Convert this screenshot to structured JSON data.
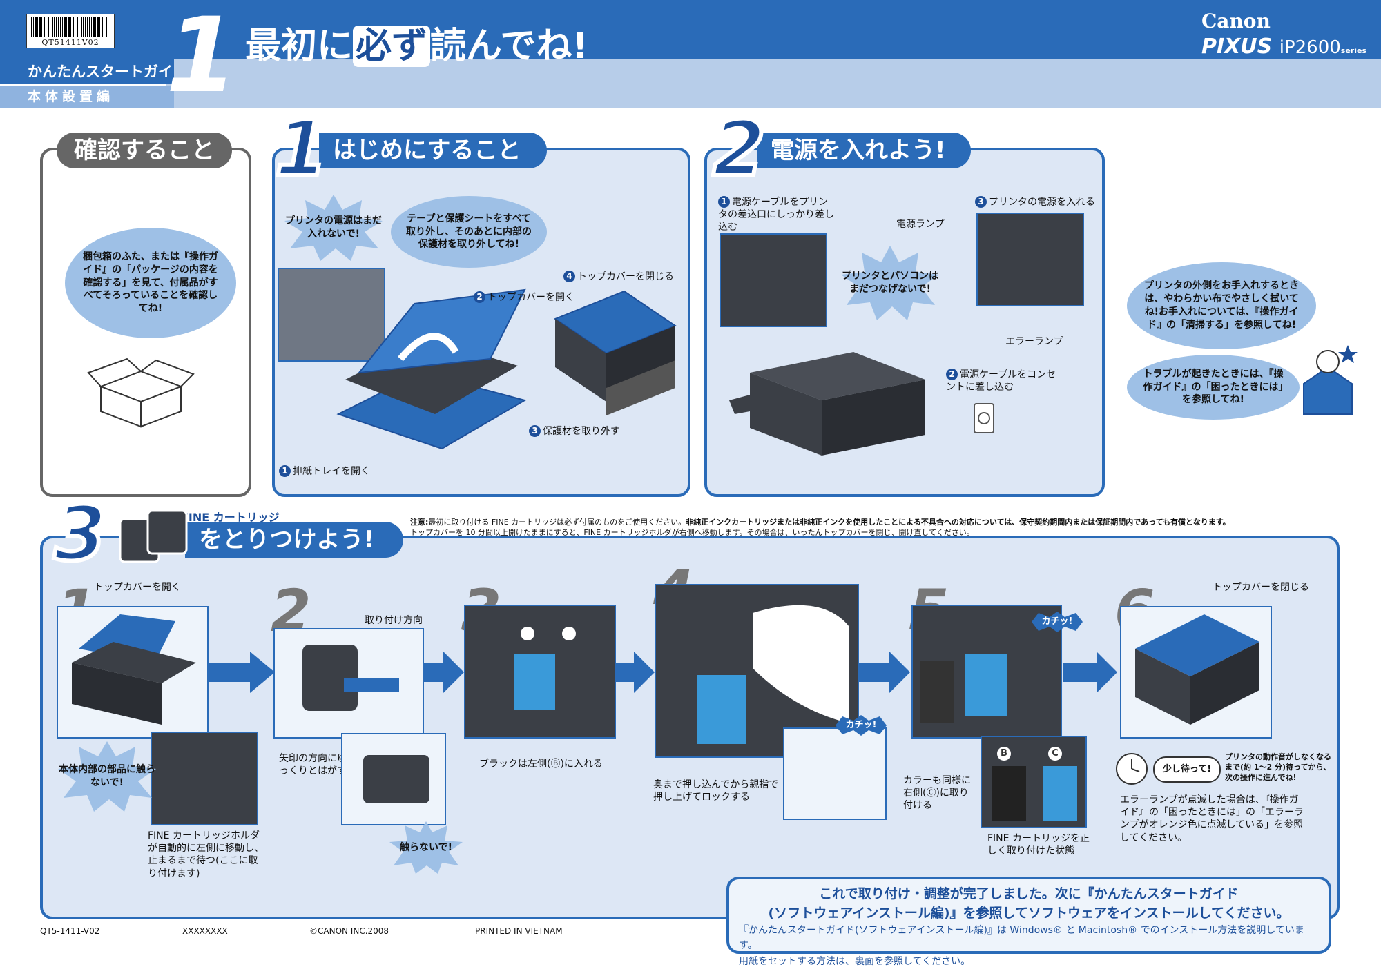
{
  "header": {
    "barcode_text": "QT51411V02",
    "guide_label": "かんたんスタートガイド",
    "guide_sub": "本体設置編",
    "big_number": "1",
    "main_title_a": "最初に",
    "main_title_b": "必ず",
    "main_title_c": "読んでね!",
    "brand": "Canon",
    "product_line": "PIXUS",
    "model": "iP2600",
    "model_suffix": "series"
  },
  "section_check": {
    "title": "確認すること",
    "cloud_text": "梱包箱のふた、または『操作ガイド』の「パッケージの内容を確認する」を見て、付属品がすべてそろっていることを確認してね!"
  },
  "section1": {
    "number": "1",
    "title": "はじめにすること",
    "star_text": "プリンタの電源はまだ入れないで!",
    "cloud_text": "テープと保護シートをすべて取り外し、そのあとに内部の保護材を取り外してね!",
    "step1": "排紙トレイを開く",
    "step2": "トップカバーを開く",
    "step3": "保護材を取り外す",
    "step4": "トップカバーを閉じる",
    "n1": "1",
    "n2": "2",
    "n3": "3",
    "n4": "4"
  },
  "section2": {
    "number": "2",
    "title": "電源を入れよう!",
    "step1": "電源ケーブルをプリンタの差込口にしっかり差し込む",
    "step2": "電源ケーブルをコンセントに差し込む",
    "step3": "プリンタの電源を入れる",
    "power_lamp": "電源ランプ",
    "error_lamp": "エラーランプ",
    "star_text": "プリンタとパソコンはまだつなげないで!",
    "n1": "1",
    "n2": "2",
    "n3": "3"
  },
  "side_tips": {
    "cloud1": "プリンタの外側をお手入れするときは、やわらかい布でやさしく拭いてね!お手入れについては、『操作ガイド』の「清掃する」を参照してね!",
    "cloud2": "トラブルが起きたときには、『操作ガイド』の「困ったときには」を参照してね!"
  },
  "section3": {
    "number": "3",
    "fine_label": "FINE カートリッジ",
    "title": "をとりつけよう!",
    "note_label": "注意:",
    "note_line1": "最初に取り付ける FINE カートリッジは必ず付属のものをご使用ください。",
    "note_line1_bold": "非純正インクカートリッジまたは非純正インクを使用したことによる不具合への対応については、保守契約期間内または保証期間内であっても有償となります。",
    "note_line2": "トップカバーを 10 分間以上開けたままにすると、FINE カートリッジホルダが右側へ移動します。その場合は、いったんトップカバーを閉じ、開け直してください。",
    "steps": [
      {
        "num": "1",
        "label": "トップカバーを開く"
      },
      {
        "num": "2",
        "label": "取り付け方向"
      },
      {
        "num": "3",
        "label": "ブラックは左側(Ⓑ)に入れる"
      },
      {
        "num": "4",
        "label": "奥まで押し込んでから親指で押し上げてロックする"
      },
      {
        "num": "5",
        "label": "カラーも同様に右側(Ⓒ)に取り付ける"
      },
      {
        "num": "6",
        "label": "トップカバーを閉じる"
      }
    ],
    "star_no_touch": "本体内部の部品に触らないで!",
    "holder_text": "FINE カートリッジホルダが自動的に左側に移動し、止まるまで待つ(ここに取り付けます)",
    "remove_tape": "矢印の方向にゆっくりとはがす",
    "star_no_touch2": "触らないで!",
    "click1": "カチッ!",
    "click2": "カチッ!",
    "correct_state": "FINE カートリッジを正しく取り付けた状態",
    "wait_bubble": "少し待って!",
    "wait_text": "プリンタの動作音がしなくなるまで(約 1〜2 分)待ってから、次の操作に進んでね!",
    "error_text": "エラーランプが点滅した場合は、『操作ガイド』の「困ったときには」の「エラーランプがオレンジ色に点滅している」を参照してください。",
    "label_b": "B",
    "label_c": "C"
  },
  "final": {
    "line1": "これで取り付け・調整が完了しました。次に『かんたんスタートガイド",
    "line2": "(ソフトウェアインストール編)』を参照してソフトウェアをインストールしてください。",
    "line3": "『かんたんスタートガイド(ソフトウェアインストール編)』は Windows® と Macintosh® でのインストール方法を説明しています。",
    "line4": "用紙をセットする方法は、裏面を参照してください。"
  },
  "footer": {
    "code": "QT5-1411-V02",
    "x": "XXXXXXXX",
    "copyright": "©CANON INC.2008",
    "printed": "PRINTED IN VIETNAM"
  },
  "colors": {
    "accent": "#2a6bb8",
    "light": "#dde7f5",
    "cloud": "#9ec0e6"
  }
}
